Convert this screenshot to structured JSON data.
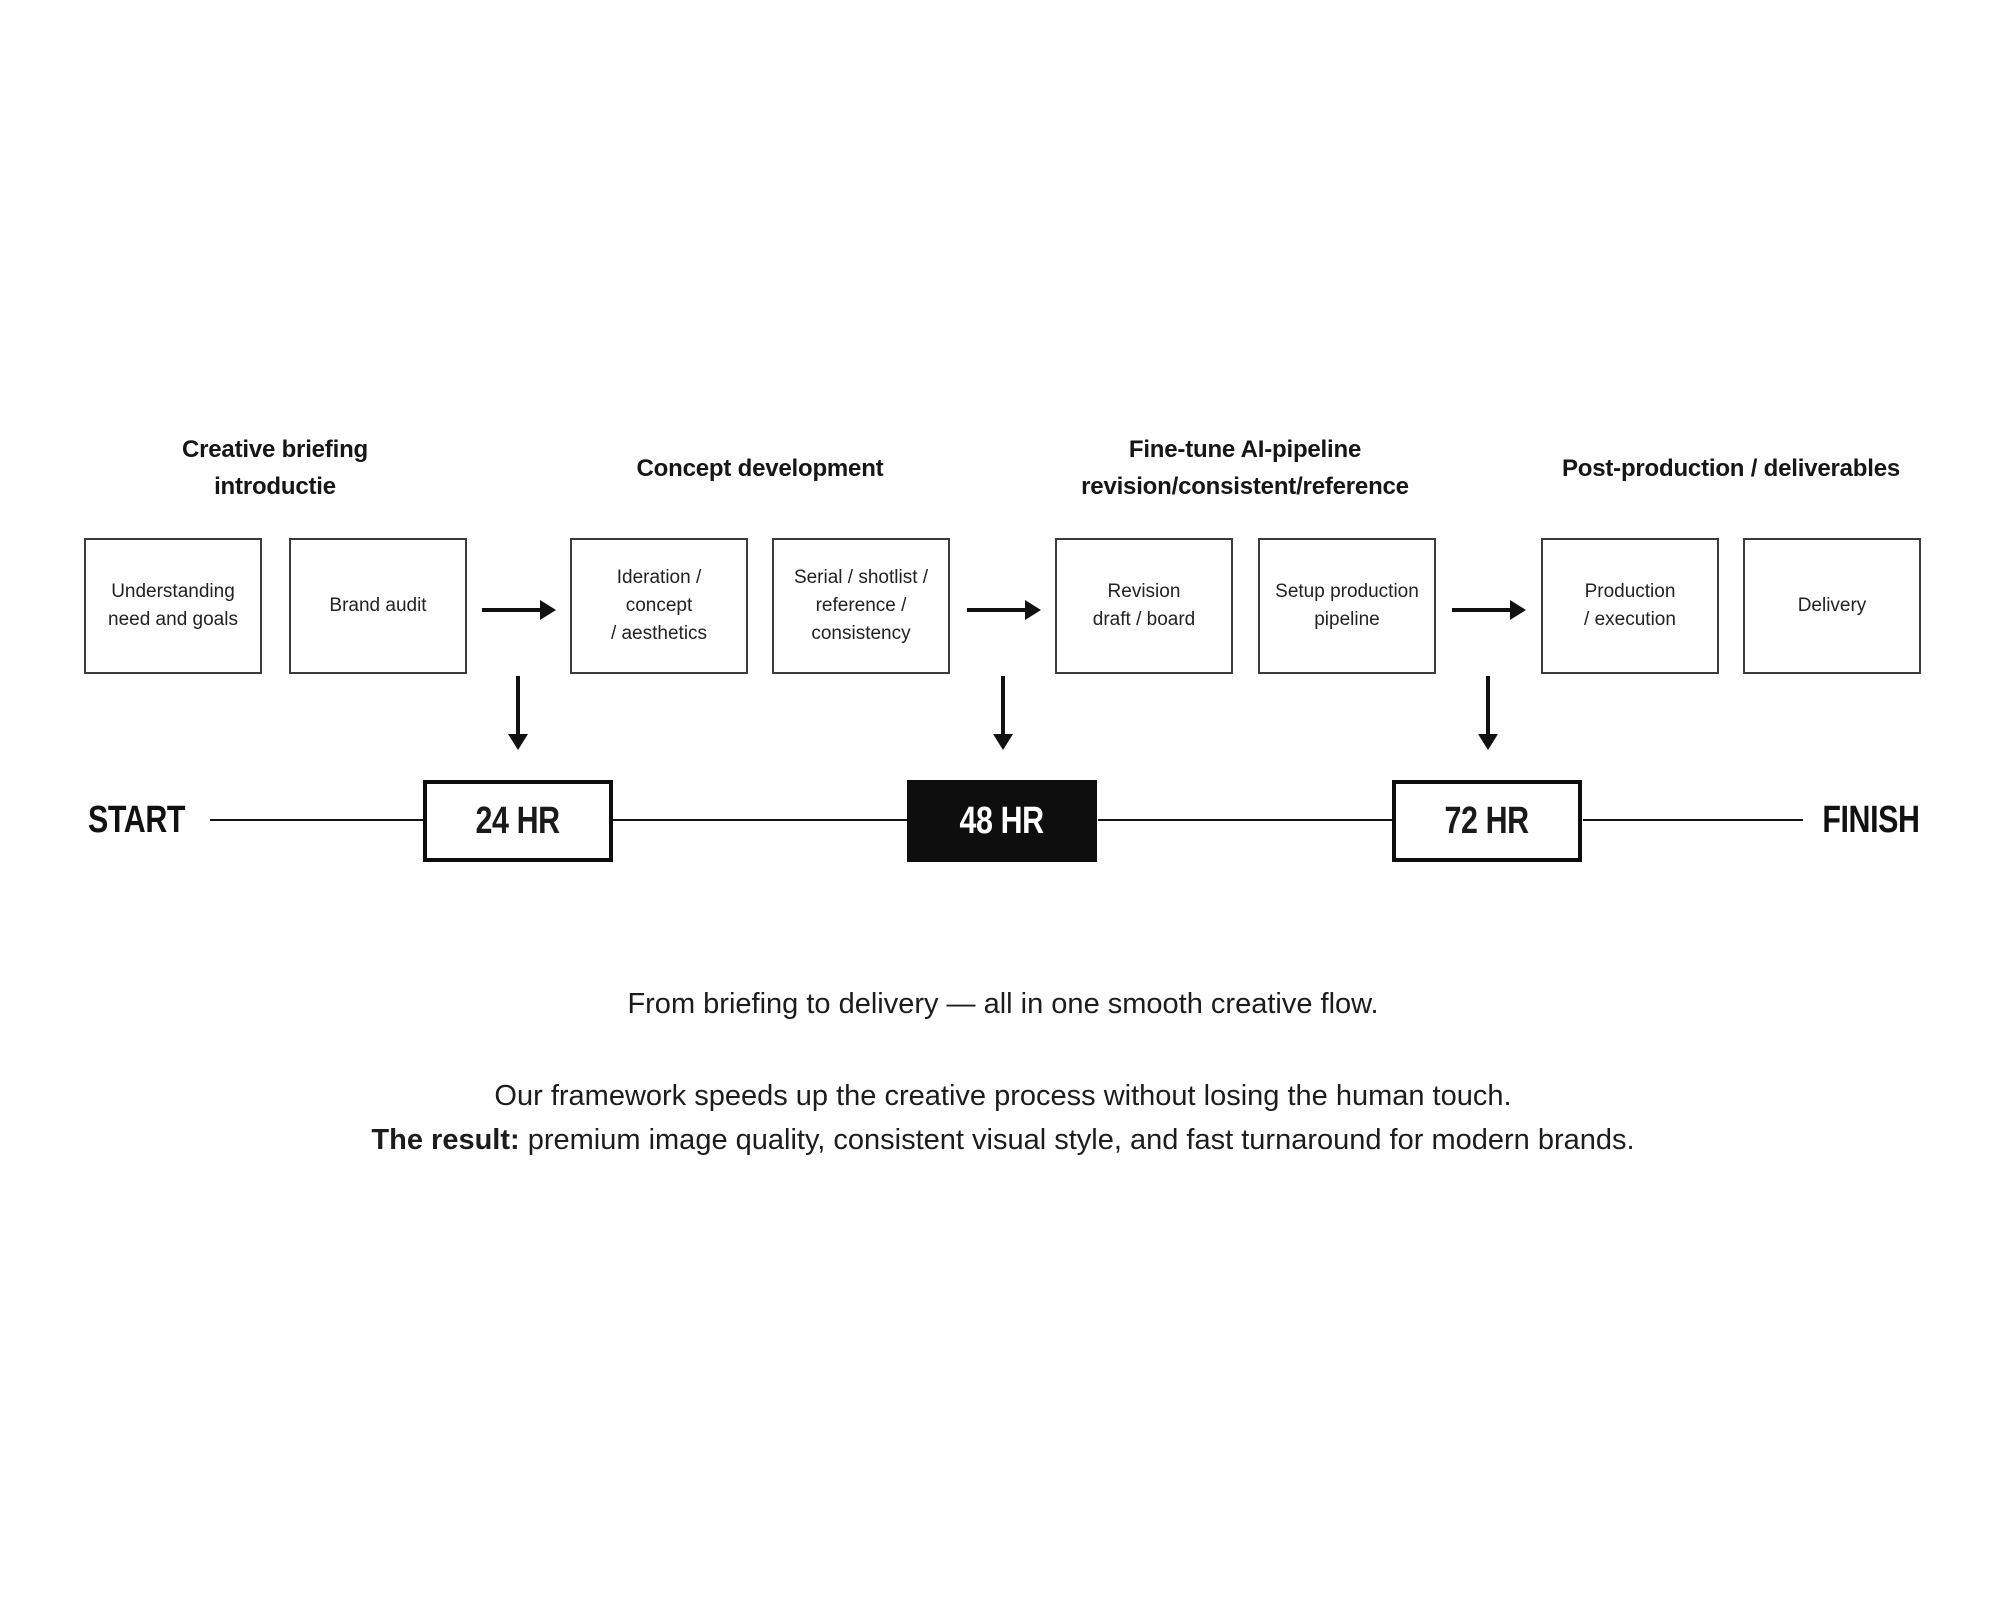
{
  "flow": {
    "groups": [
      {
        "heading": [
          "Creative briefing",
          "introductie"
        ],
        "boxes": [
          [
            "Understanding",
            "need and goals"
          ],
          [
            "Brand audit"
          ]
        ]
      },
      {
        "heading": [
          "Concept development"
        ],
        "boxes": [
          [
            "Ideration /",
            "concept",
            "/ aesthetics"
          ],
          [
            "Serial / shotlist /",
            "reference /",
            "consistency"
          ]
        ]
      },
      {
        "heading": [
          "Fine-tune AI-pipeline",
          "revision/consistent/reference"
        ],
        "boxes": [
          [
            "Revision",
            "draft / board"
          ],
          [
            "Setup production",
            "pipeline"
          ]
        ]
      },
      {
        "heading": [
          "Post-production / deliverables"
        ],
        "boxes": [
          [
            "Production",
            "/ execution"
          ],
          [
            "Delivery"
          ]
        ]
      }
    ]
  },
  "timeline": {
    "start_label": "START",
    "finish_label": "FINISH",
    "milestones": [
      {
        "label": "24 HR",
        "filled": false
      },
      {
        "label": "48 HR",
        "filled": true
      },
      {
        "label": "72 HR",
        "filled": false
      }
    ]
  },
  "footer": {
    "tagline": "From briefing to delivery — all in one smooth creative flow.",
    "line1": "Our framework speeds up the creative process without losing the human touch.",
    "result_label": "The result:",
    "result_text": " premium image quality, consistent visual style, and fast turnaround for modern brands."
  },
  "colors": {
    "ink": "#161616",
    "arrow": "#111111",
    "milestone_fill": "#0e0e0e",
    "box_border": "#3b3b3b",
    "background": "#ffffff"
  }
}
